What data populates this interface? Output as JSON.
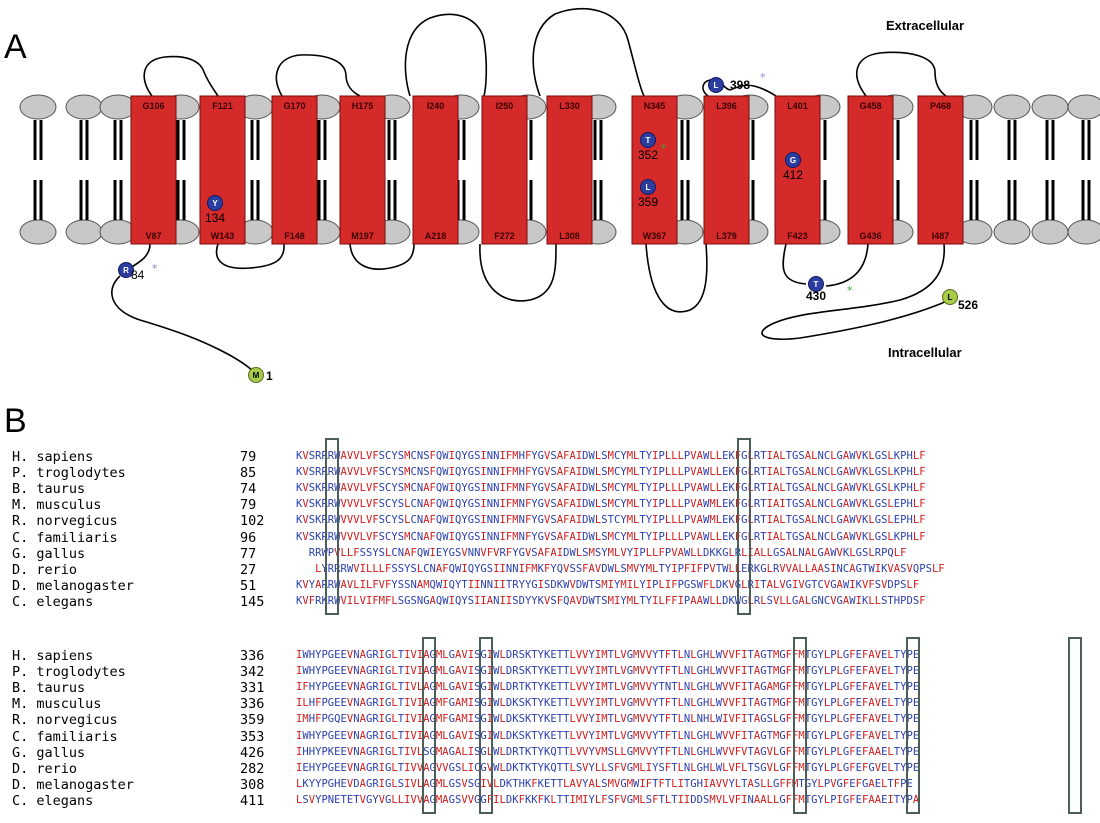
{
  "panel_a": {
    "letter": "A",
    "extracellular_label": "Extracellular",
    "intracellular_label": "Intracellular",
    "helices": [
      {
        "top": "G106",
        "bottom": "V87"
      },
      {
        "top": "F121",
        "bottom": "W143"
      },
      {
        "top": "G170",
        "bottom": "F148"
      },
      {
        "top": "H175",
        "bottom": "M197"
      },
      {
        "top": "I240",
        "bottom": "A218"
      },
      {
        "top": "I250",
        "bottom": "F272"
      },
      {
        "top": "L330",
        "bottom": "L308"
      },
      {
        "top": "N345",
        "bottom": "W367"
      },
      {
        "top": "L396",
        "bottom": "L379"
      },
      {
        "top": "L401",
        "bottom": "F423"
      },
      {
        "top": "G458",
        "bottom": "G436"
      },
      {
        "top": "P468",
        "bottom": "I487"
      }
    ],
    "residues": [
      {
        "letter": "R",
        "number": "84"
      },
      {
        "letter": "M",
        "number": "1"
      },
      {
        "letter": "Y",
        "number": "134"
      },
      {
        "letter": "T",
        "number": "352"
      },
      {
        "letter": "L",
        "number": "359"
      },
      {
        "letter": "L",
        "number": "398"
      },
      {
        "letter": "G",
        "number": "412"
      },
      {
        "letter": "T",
        "number": "430"
      },
      {
        "letter": "L",
        "number": "526"
      }
    ],
    "colors": {
      "helix": "#d42a2a",
      "lipid": "#c8c8c8",
      "residue_blue": "#2b3d9e",
      "residue_green": "#a9cc48",
      "star_blue": "#8888dd",
      "star_green": "#3aa83a"
    }
  },
  "panel_b": {
    "letter": "B",
    "colors": {
      "blue": "#2a3fae",
      "red": "#d11d1d",
      "black": "#000000",
      "box": "#4b5e5a"
    },
    "blocks": [
      {
        "rows": [
          {
            "species": "H. sapiens",
            "start": "79",
            "seq": "KVSRRRWAVVLVFSCYSMCNSFQWIQYGSINNIFMHFYGVSAFAIDWLSMCYMLTYIPLLLPVAWLLEKFGLRTIALTGSALNCLGAWVKLGSLKPHLF"
          },
          {
            "species": "P. troglodytes",
            "start": "85",
            "seq": "KVSRRRWAVVLVFSCYSMCNSFQWIQYGSINNIFMHFYGVSAFAIDWLSMCYMLTYIPLLLPVAWLLEKFGLRTIALTGSALNCLGAWVKLGSLKPHLF"
          },
          {
            "species": "B. taurus",
            "start": "74",
            "seq": "KVSKRRWAVVLVFSCYSMCNAFQWIQYGSINNIFMNFYGVSAFAIDWLSMCYMLTYIPLLLPVAWLLEKFGLRTIALTGSALNCLGAWVKLGSLKPHLF"
          },
          {
            "species": "M. musculus",
            "start": "79",
            "seq": "KVSKRRWVVVLVFSCYSLCNAFQWIQYGSINNIFMNFYGVSAFAIDWLSMCYMLTYIPLLLPVAWMLEKFGLRTIAITGSALNCLGAWVKLGSLEPHLF"
          },
          {
            "species": "R. norvegicus",
            "start": "102",
            "seq": "KVSKRRWVVVLVFSCYSLCNAFQWIQYGSINNIFMNFYGVSAFAIDWLSTCYMLTYIPLLLPVAWMLEKFGLRTIALTGSALNCLGAWVKLGSLEPHLF"
          },
          {
            "species": "C. familiaris",
            "start": "96",
            "seq": "KVSKRRWVVVLVFSCYSMCNAFQWIQYGSINNIFMNFYGVSAFAIDWLSMCYMLTYIPLLLPVAWLLEKFGLRTIALTGSALNCLGAWVKLGSLKPHLF"
          },
          {
            "species": "G. gallus",
            "start": "77",
            "seq": "  RRWPVLLFSSYSLCNAFQWIEYGSVNNVFVRFYGVSAFAIDWLSMSYMLVYIPLLFPVAWLLDKKGLRLIALLGSALNALGAWVKLGSLRPQLF"
          },
          {
            "species": "D. rerio",
            "start": "27",
            "seq": "   LYRRRWVILLLFSSYSLCNAFQWIQYGSIINNIFMKFYQVSSFAVDWLSMVYMLTYIPFIFPVTWLLERKGLRVVALLAASINCAGTWIKVASVQPSLF"
          },
          {
            "species": "D. melanogaster",
            "start": "51",
            "seq": "KVYARRWAVLILFVFYSSNAMQWIQYTIINNIITRYYGISDKWVDWTSMIYMILYIPLIFPGSWFLDKVGLRITALVGIVGTCVGAWIKVFSVDPSLF"
          },
          {
            "species": "C. elegans",
            "start": "145",
            "seq": "KVFRKRWVILVIFMFLSGSNGAQWIQYSIIANIISDYYKVSFQAVDWTSMIYMLTYILFFIPAAWLLDKWGLRLSVLLGALGNCVGAWIKLLSTHPDSF"
          }
        ]
      },
      {
        "rows": [
          {
            "species": "H. sapiens",
            "start": "336",
            "seq": "IWHYPGEEVNAGRIGLTIVIAGMLGAVISGIWLDRSKTYKETTLVVYIMTLVGMVVYTFTLNLGHLWVVFITAGTMGFFMTGYLPLGFEFAVELTYPE"
          },
          {
            "species": "P. troglodytes",
            "start": "342",
            "seq": "IWHYPGEEVNAGRIGLTIVIAGMLGAVISGIWLDRSKTYKETTLVVYIMTLVGMVVYTFTLNLGHLWVVFITAGTMGFFMTGYLPLGFEFAVELTYPE"
          },
          {
            "species": "B. taurus",
            "start": "331",
            "seq": "IFHYPGEEVNAGRIGLTIVLAGMLGAVISGIWLDRTKTYKETTLVVYIMTLVGMVVYTNTLNLGHLWVVFITAGAMGFFMTGYLPLGFEFAVELTYPE"
          },
          {
            "species": "M. musculus",
            "start": "336",
            "seq": "ILHFPGEEVNAGRIGLTIVIAGMFGAMISGIWLDKSKTYKETTLVVYIMTLVGMVVYTFTLNLGHLWVVFITAGTMGFFMTGYLPLGFEFAVELTYPE"
          },
          {
            "species": "R. norvegicus",
            "start": "359",
            "seq": "IMHFPGQEVNAGRIGLTIVIAGMFGAMISGIWLDKSKTYKETTLVVYIMTLVGMVVYTFTLNLNHLWIVFITAGSLGFFMTGYLPLGFEFAVELTYPE"
          },
          {
            "species": "C. familiaris",
            "start": "353",
            "seq": "IWHYPGEEVNAGRIGLTIVIAGMLGAVISGIWLDKSKTYKETTLVVYIMTLVGMVVYTFTLNLGHLWVVFITAGTMGFFMTGYLPLGFEFAVELTYPE"
          },
          {
            "species": "G. gallus",
            "start": "426",
            "seq": "IHHYPKEEVNAGRIGLTIVLSGMAGALISGLWLDRTKTYKQTTLVVYVMSLLGMVVYTFTLNLGHLWVVFVTAGVLGFFMTGYLPLGFEFAAELTYPE"
          },
          {
            "species": "D. rerio",
            "start": "282",
            "seq": "IEHYPGEEVNAGRIGLTIVVAGVVGSLICGVWLDKTKTYKQTTLSVYLLSFVGMLIYSFTLNLGHLWLVFLTSGVLGFFMTGYLPLGFEFGVELTYPE"
          },
          {
            "species": "D. melanogaster",
            "start": "308",
            "seq": "LKYYPGHEVDAGRIGLSIVLAGMLGSVSGIVLDKTHKFKETTLAVYALSMVGMWIFTFTLITGHIAVVYLTASLLGFFMTGYLPVGFEFGAELTFPE"
          },
          {
            "species": "C. elegans",
            "start": "411",
            "seq": "LSVYPNETETVGYVGLLIVVAGMAGSVVGGFILDKFKKFKLTTIMIYLFSFVGMLSFTLTIIDDSMVLVFINAALLGFFMTGYLPIGFEFAAEITYPA"
          }
        ]
      }
    ]
  }
}
